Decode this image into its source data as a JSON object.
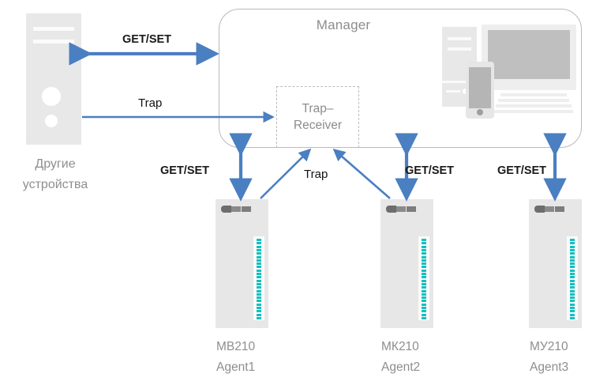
{
  "diagram": {
    "title_box": {
      "label": "Manager"
    },
    "trap_receiver": {
      "line1": "Trap–",
      "line2": "Receiver"
    },
    "left_device": {
      "line1": "Другие",
      "line2": "устройства"
    },
    "agents": [
      {
        "model": "МВ210",
        "role": "Agent1"
      },
      {
        "model": "МК210",
        "role": "Agent2"
      },
      {
        "model": "МУ210",
        "role": "Agent3"
      }
    ],
    "connections": [
      {
        "id": "left-getset",
        "label": "GET/SET",
        "kind": "bidirectional"
      },
      {
        "id": "left-trap",
        "label": "Trap",
        "kind": "unidirectional"
      },
      {
        "id": "agent1-getset",
        "label": "GET/SET",
        "kind": "bidirectional"
      },
      {
        "id": "agents-trap",
        "label": "Trap",
        "kind": "unidirectional"
      },
      {
        "id": "agent2-getset",
        "label": "GET/SET",
        "kind": "bidirectional"
      },
      {
        "id": "agent3-getset",
        "label": "GET/SET",
        "kind": "bidirectional"
      }
    ],
    "colors": {
      "arrow": "#4a7fc1",
      "box_border": "#b9b9b9",
      "dashed_border": "#bdbdbd",
      "label_gray": "#8e8e8e",
      "device_fill": "#e7e7e7",
      "led": "#12c0c0",
      "background": "#ffffff"
    },
    "icons": {
      "server": "server-tower-icon",
      "workstation": "desktop-computer-icon",
      "monitor": "monitor-icon",
      "keyboard": "keyboard-icon",
      "phone": "smartphone-icon",
      "module": "io-module-icon"
    }
  }
}
